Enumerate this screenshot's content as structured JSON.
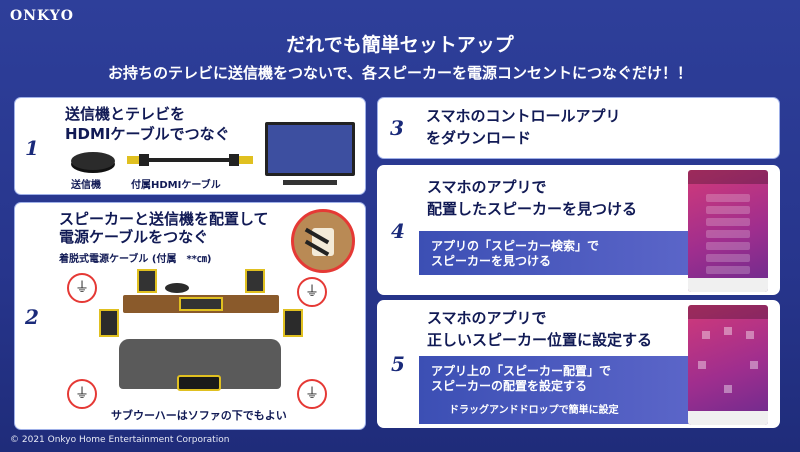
{
  "brand": "ONKYO",
  "title": "だれでも簡単セットアップ",
  "subtitle": "お持ちのテレビに送信機をつないで、各スピーカーを電源コンセントにつなぐだけ！！",
  "copyright": "© 2021 Onkyo Home Entertainment Corporation",
  "steps": [
    {
      "num": "1",
      "lines": [
        "送信機とテレビを",
        "HDMIケーブルでつなぐ"
      ],
      "label_transmitter": "送信機",
      "label_cable": "付属HDMIケーブル"
    },
    {
      "num": "2",
      "lines": [
        "スピーカーと送信機を配置して",
        "電源ケーブルをつなぐ"
      ],
      "cable_note": "着脱式電源ケーブル (付属　**㎝)",
      "sub_note": "サブウーハーはソファの下でもよい"
    },
    {
      "num": "3",
      "lines": [
        "スマホのコントロールアプリ",
        "をダウンロード"
      ]
    },
    {
      "num": "4",
      "lines": [
        "スマホのアプリで",
        "配置したスピーカーを見つける"
      ],
      "note_lines": [
        "アプリの「スピーカー検索」で",
        "スピーカーを見つける"
      ]
    },
    {
      "num": "5",
      "lines": [
        "スマホのアプリで",
        "正しいスピーカー位置に設定する"
      ],
      "note_lines": [
        "アプリ上の「スピーカー配置」で",
        "スピーカーの配置を設定する"
      ],
      "note_extra": "ドラッグアンドドロップで簡単に設定"
    }
  ],
  "colors": {
    "background": "#2e3f9a",
    "card_text": "#111a55",
    "accent_red": "#e53935",
    "phone_pink": "#d23a79"
  }
}
